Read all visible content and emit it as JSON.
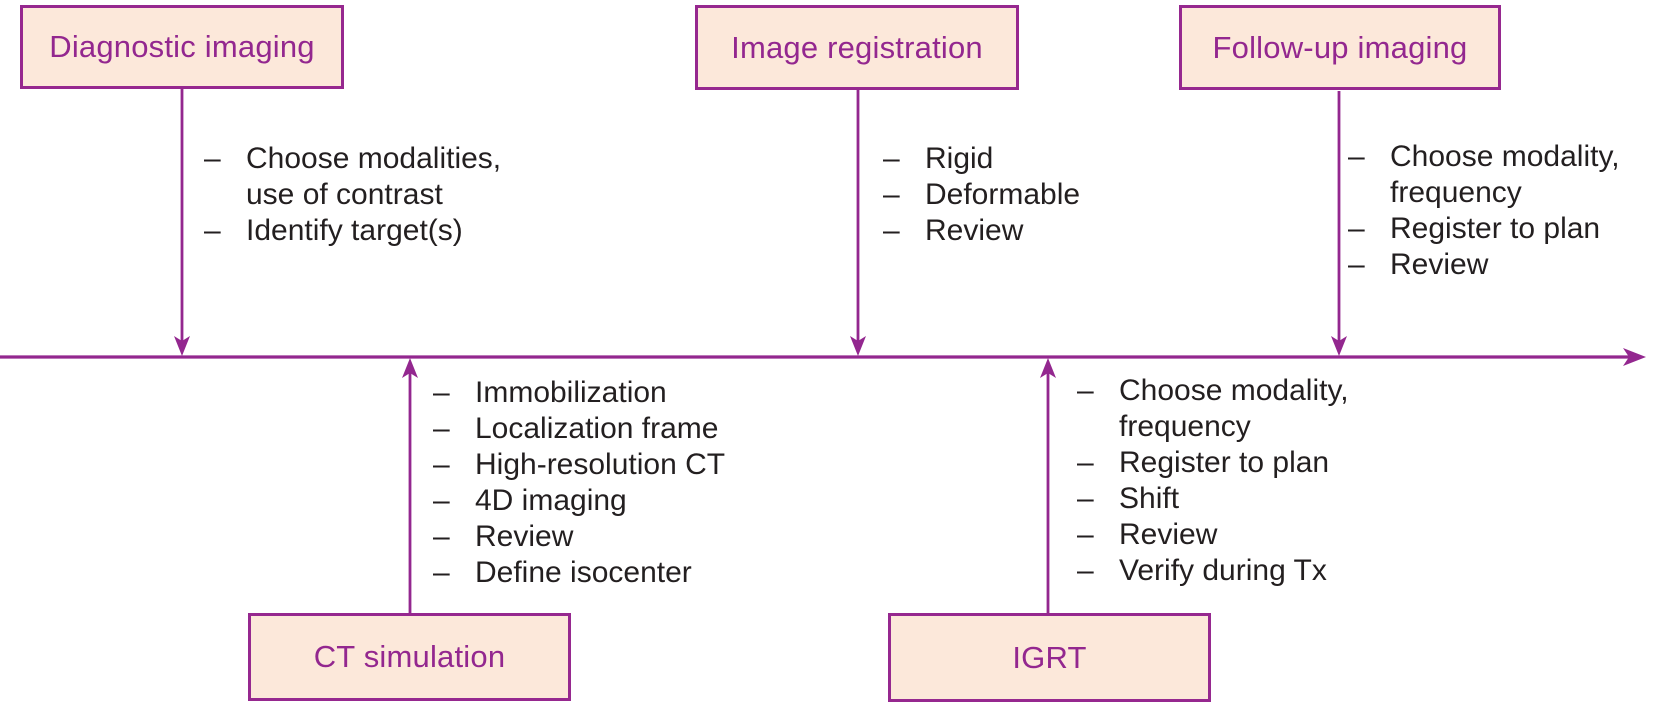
{
  "bullet_char": "–",
  "colors": {
    "accent_purple": "#93278f",
    "box_border": "#96288f",
    "box_fill": "#fce8da",
    "body_text": "#231f20",
    "background": "#ffffff"
  },
  "boxes": {
    "diagnostic_imaging": {
      "label": "Diagnostic imaging"
    },
    "image_registration": {
      "label": "Image registration"
    },
    "follow_up_imaging": {
      "label": "Follow-up imaging"
    },
    "ct_simulation": {
      "label": "CT simulation"
    },
    "igrt": {
      "label": "IGRT"
    }
  },
  "lists": {
    "diagnostic_imaging": [
      {
        "dash": true,
        "text": "Choose modalities,"
      },
      {
        "dash": false,
        "text": "use of contrast"
      },
      {
        "dash": true,
        "text": "Identify target(s)"
      }
    ],
    "image_registration": [
      {
        "dash": true,
        "text": "Rigid"
      },
      {
        "dash": true,
        "text": "Deformable"
      },
      {
        "dash": true,
        "text": "Review"
      }
    ],
    "follow_up_imaging": [
      {
        "dash": true,
        "text": "Choose modality,"
      },
      {
        "dash": false,
        "text": "frequency"
      },
      {
        "dash": true,
        "text": "Register to plan"
      },
      {
        "dash": true,
        "text": "Review"
      }
    ],
    "ct_simulation": [
      {
        "dash": true,
        "text": "Immobilization"
      },
      {
        "dash": true,
        "text": "Localization frame"
      },
      {
        "dash": true,
        "text": "High-resolution CT"
      },
      {
        "dash": true,
        "text": "4D imaging"
      },
      {
        "dash": true,
        "text": "Review"
      },
      {
        "dash": true,
        "text": "Define isocenter"
      }
    ],
    "igrt": [
      {
        "dash": true,
        "text": "Choose modality,"
      },
      {
        "dash": false,
        "text": "frequency"
      },
      {
        "dash": true,
        "text": "Register to plan"
      },
      {
        "dash": true,
        "text": "Shift"
      },
      {
        "dash": true,
        "text": "Review"
      },
      {
        "dash": true,
        "text": "Verify during Tx"
      }
    ]
  }
}
